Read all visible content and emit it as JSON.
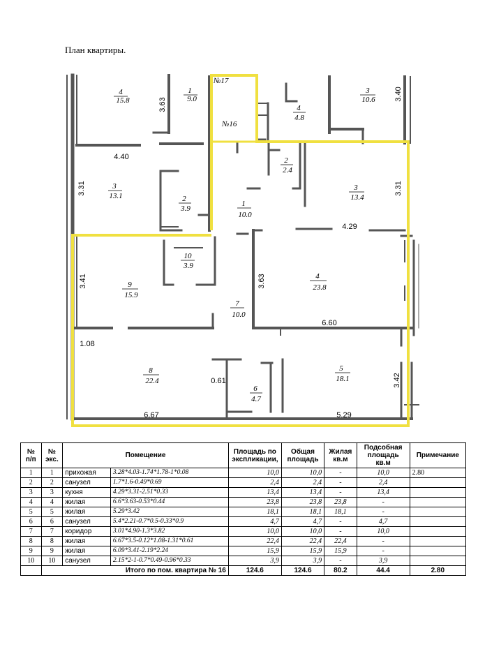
{
  "title": "План квартиры.",
  "plan": {
    "flat_labels": [
      "№17",
      "№16"
    ],
    "rooms": [
      {
        "num": "4",
        "area": "15.8"
      },
      {
        "num": "1",
        "area": "9.0"
      },
      {
        "num": "4",
        "area": "4.8"
      },
      {
        "num": "3",
        "area": "10.6"
      },
      {
        "num": "3",
        "area": "13.1"
      },
      {
        "num": "2",
        "area": "3.9"
      },
      {
        "num": "2",
        "area": "2.4"
      },
      {
        "num": "1",
        "area": "10.0"
      },
      {
        "num": "3",
        "area": "13.4"
      },
      {
        "num": "10",
        "area": "3.9"
      },
      {
        "num": "9",
        "area": "15.9"
      },
      {
        "num": "7",
        "area": "10.0"
      },
      {
        "num": "4",
        "area": "23.8"
      },
      {
        "num": "8",
        "area": "22.4"
      },
      {
        "num": "6",
        "area": "4.7"
      },
      {
        "num": "5",
        "area": "18.1"
      }
    ],
    "dimensions": [
      "3.63",
      "3.40",
      "4.40",
      "3.31",
      "3.31",
      "4.29",
      "3.41",
      "3.63",
      "6.60",
      "1.08",
      "0.61",
      "3.42",
      "6.67",
      "5.29"
    ]
  },
  "table": {
    "headers": {
      "pp": "№ п/п",
      "eks": "№ экс.",
      "room": "Помещение",
      "expl_area": "Площадь по экспликации,",
      "total_area": "Общая площадь",
      "living": "Жилая кв.м",
      "aux": "Подсобная площадь кв.м",
      "note": "Примечание"
    },
    "rows": [
      {
        "pp": "1",
        "eks": "1",
        "name": "прихожая",
        "formula": "3.28*4.03-1.74*1.78-1*0.08",
        "expl": "10,0",
        "total": "10,0",
        "living": "-",
        "aux": "10,0",
        "note": "2.80"
      },
      {
        "pp": "2",
        "eks": "2",
        "name": "санузел",
        "formula": "1.7*1.6-0.49*0.69",
        "expl": "2,4",
        "total": "2,4",
        "living": "-",
        "aux": "2,4",
        "note": ""
      },
      {
        "pp": "3",
        "eks": "3",
        "name": "кухня",
        "formula": "4.29*3.31-2.51*0.33",
        "expl": "13,4",
        "total": "13,4",
        "living": "-",
        "aux": "13,4",
        "note": ""
      },
      {
        "pp": "4",
        "eks": "4",
        "name": "жилая",
        "formula": "6.6*3.63-0.53*0.44",
        "expl": "23,8",
        "total": "23,8",
        "living": "23,8",
        "aux": "-",
        "note": ""
      },
      {
        "pp": "5",
        "eks": "5",
        "name": "жилая",
        "formula": "5.29*3.42",
        "expl": "18,1",
        "total": "18,1",
        "living": "18,1",
        "aux": "-",
        "note": ""
      },
      {
        "pp": "6",
        "eks": "6",
        "name": "санузел",
        "formula": "5.4*2.21-0.7*0.5-0.33*0.9",
        "expl": "4,7",
        "total": "4,7",
        "living": "-",
        "aux": "4,7",
        "note": ""
      },
      {
        "pp": "7",
        "eks": "7",
        "name": "коридор",
        "formula": "3.01*4.90-1.3*3.82",
        "expl": "10,0",
        "total": "10,0",
        "living": "-",
        "aux": "10,0",
        "note": ""
      },
      {
        "pp": "8",
        "eks": "8",
        "name": "жилая",
        "formula": "6.67*3.5-0.12*1.08-1.31*0.61",
        "expl": "22,4",
        "total": "22,4",
        "living": "22,4",
        "aux": "-",
        "note": ""
      },
      {
        "pp": "9",
        "eks": "9",
        "name": "жилая",
        "formula": "6.09*3.41-2.19*2.24",
        "expl": "15,9",
        "total": "15,9",
        "living": "15,9",
        "aux": "-",
        "note": ""
      },
      {
        "pp": "10",
        "eks": "10",
        "name": "санузел",
        "formula": "2.15*2-1-0.7*0.49-0.96*0.33",
        "expl": "3,9",
        "total": "3,9",
        "living": "-",
        "aux": "3,9",
        "note": ""
      }
    ],
    "total": {
      "label": "Итого по пом. квартира № 16",
      "expl": "124.6",
      "total": "124.6",
      "living": "80.2",
      "aux": "44.4",
      "note": "2.80"
    }
  },
  "colors": {
    "highlight": "#f0e040",
    "wall": "#555555"
  }
}
